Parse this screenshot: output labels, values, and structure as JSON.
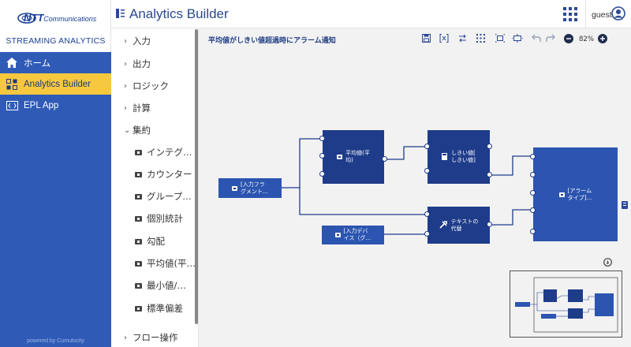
{
  "nav": {
    "logo_main": "NTT",
    "logo_sub": "Communications",
    "subtitle": "STREAMING ANALYTICS",
    "items": [
      {
        "label": "ホーム",
        "icon": "home-icon",
        "active": false
      },
      {
        "label": "Analytics Builder",
        "icon": "analytics-builder-icon",
        "active": true
      },
      {
        "label": "EPL App",
        "icon": "epl-app-icon",
        "active": false
      }
    ],
    "powered": "powered by Cumulocity"
  },
  "header": {
    "title": "Analytics Builder",
    "user": "guest"
  },
  "palette": {
    "categories": [
      {
        "label": "入力",
        "expanded": false
      },
      {
        "label": "出力",
        "expanded": false
      },
      {
        "label": "ロジック",
        "expanded": false
      },
      {
        "label": "計算",
        "expanded": false
      },
      {
        "label": "集約",
        "expanded": true
      }
    ],
    "aggregate_items": [
      "インテグ…",
      "カウンター",
      "グループ…",
      "個別統計",
      "勾配",
      "平均値(平…",
      "最小値/…",
      "標準偏差"
    ],
    "flow": {
      "label": "フロー操作",
      "expanded": false
    }
  },
  "toolbar": {
    "model_name": "平均値がしきい値超過時にアラーム通知",
    "zoom": "82%"
  },
  "blocks": {
    "input_fragment": [
      "[入力フラ",
      "グメント…"
    ],
    "average": [
      "平均値(平",
      "均)"
    ],
    "threshold": [
      "しきい値[",
      "しきい値]"
    ],
    "alarm": [
      "[アラーム",
      "タイプ]…"
    ],
    "input_device": [
      "[入力デバ",
      "イス（グ…"
    ],
    "text_replace": [
      "テキストの",
      "代替"
    ]
  },
  "colors": {
    "nav_bg": "#2f5bb7",
    "active_bg": "#f7c83d",
    "block_dark": "#1f3c8a",
    "block_light": "#2b55b0",
    "canvas_bg": "#f2f2f2"
  }
}
